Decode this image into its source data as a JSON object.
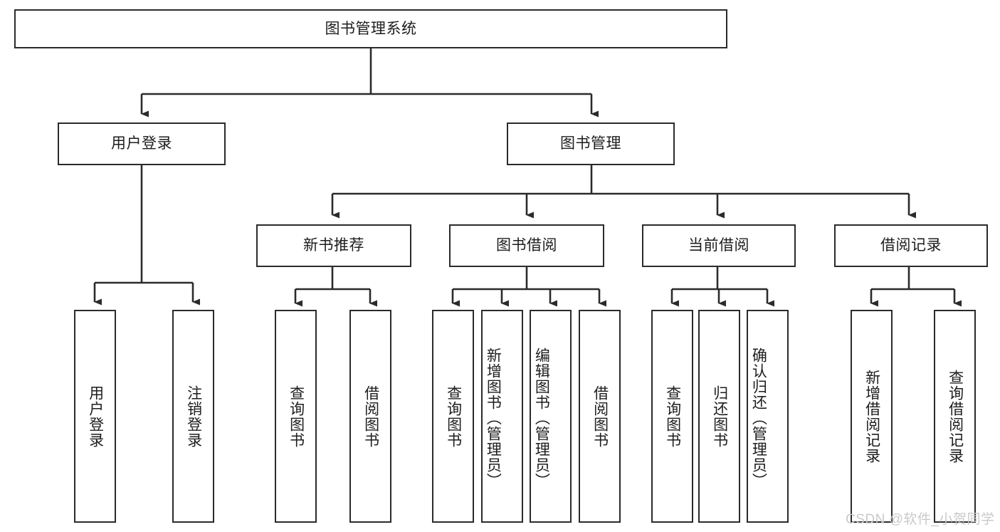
{
  "diagram": {
    "title": "图书管理系统",
    "watermark": "CSDN @软件_小贺同学",
    "colors": {
      "stroke": "#2b2b2b",
      "background": "#ffffff",
      "text": "#1d1d1d",
      "watermark": "#c9c9c9"
    },
    "root": {
      "label": "图书管理系统"
    },
    "level1": [
      {
        "label": "用户登录"
      },
      {
        "label": "图书管理"
      }
    ],
    "level2": [
      {
        "label": "新书推荐"
      },
      {
        "label": "图书借阅"
      },
      {
        "label": "当前借阅"
      },
      {
        "label": "借阅记录"
      }
    ],
    "leaves": {
      "user_login": [
        {
          "label": "用户登录"
        },
        {
          "label": "注销登录"
        }
      ],
      "new_book": [
        {
          "label": "查询图书"
        },
        {
          "label": "借阅图书"
        }
      ],
      "book_borrow": [
        {
          "label": "查询图书"
        },
        {
          "label": "新增图书（管理员）"
        },
        {
          "label": "编辑图书（管理员）"
        },
        {
          "label": "借阅图书"
        }
      ],
      "current_borrow": [
        {
          "label": "查询图书"
        },
        {
          "label": "归还图书"
        },
        {
          "label": "确认归还（管理员）"
        }
      ],
      "borrow_record": [
        {
          "label": "新增借阅记录"
        },
        {
          "label": "查询借阅记录"
        }
      ]
    }
  }
}
